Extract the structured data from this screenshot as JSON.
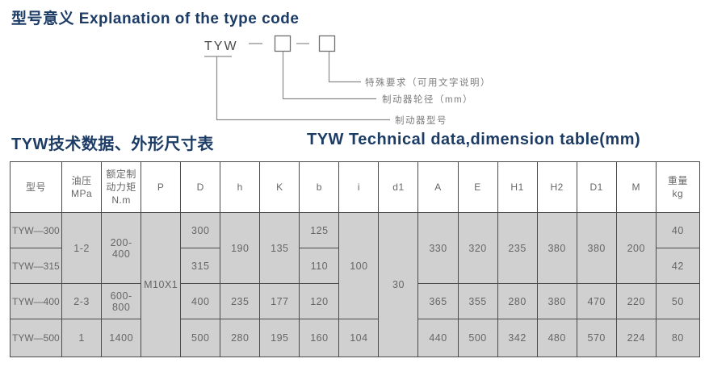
{
  "titles": {
    "main": "型号意义 Explanation of the type code",
    "table_zh": "TYW技术数据、外形尺寸表",
    "table_en": "TYW Technical data,dimension table(mm)"
  },
  "diagram": {
    "code": "TYW",
    "label_special": "特殊要求（可用文字说明）",
    "label_diameter": "制动器轮径（mm）",
    "label_model": "制动器型号"
  },
  "table": {
    "headers": [
      "型号",
      "油压\nMPa",
      "额定制\n动力矩\nN.m",
      "P",
      "D",
      "h",
      "K",
      "b",
      "i",
      "d1",
      "A",
      "E",
      "H1",
      "H2",
      "D1",
      "M",
      "重量\nkg"
    ],
    "rows": {
      "r300": {
        "model": "TYW—300",
        "oil": "1-2",
        "torque": "200-400",
        "p": "M10X1",
        "d": "300",
        "h": "190",
        "k": "135",
        "b": "125",
        "i": "100",
        "d1": "30",
        "a": "330",
        "e": "320",
        "h1": "235",
        "h2": "380",
        "d1big": "380",
        "m": "200",
        "weight": "40"
      },
      "r315": {
        "model": "TYW—315",
        "d": "315",
        "b": "110",
        "weight": "42"
      },
      "r400": {
        "model": "TYW—400",
        "oil": "2-3",
        "torque": "600-800",
        "d": "400",
        "h": "235",
        "k": "177",
        "b": "120",
        "a": "365",
        "e": "355",
        "h1": "280",
        "h2": "380",
        "d1big": "470",
        "m": "220",
        "weight": "50"
      },
      "r500": {
        "model": "TYW—500",
        "oil": "1",
        "torque": "1400",
        "d": "500",
        "h": "280",
        "k": "195",
        "b": "160",
        "i": "104",
        "a": "440",
        "e": "500",
        "h1": "342",
        "h2": "480",
        "d1big": "570",
        "m": "224",
        "weight": "80"
      }
    }
  }
}
